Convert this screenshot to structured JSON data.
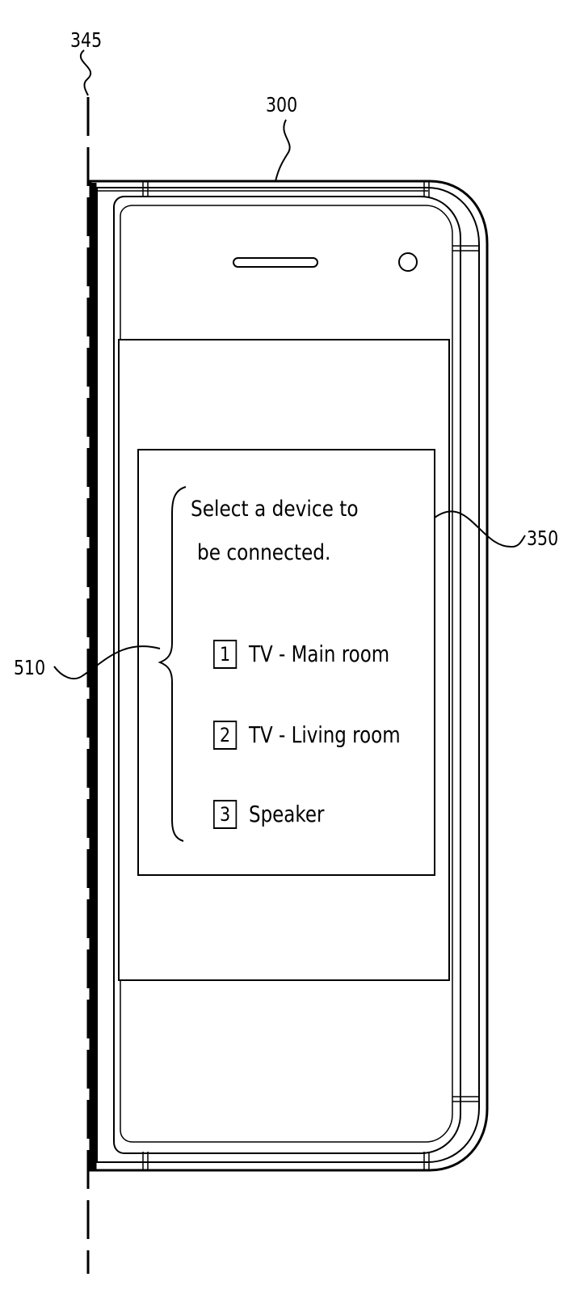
{
  "reference_numerals": {
    "fold_axis": "345",
    "device": "300",
    "display": "350",
    "device_list": "510"
  },
  "screen": {
    "message_line_1": "Select a device to",
    "message_line_2": "be connected.",
    "options": [
      {
        "number": "1",
        "label": "TV - Main room"
      },
      {
        "number": "2",
        "label": "TV - Living room"
      },
      {
        "number": "3",
        "label": "Speaker"
      }
    ]
  },
  "colors": {
    "line": "#000000",
    "background": "#ffffff"
  }
}
